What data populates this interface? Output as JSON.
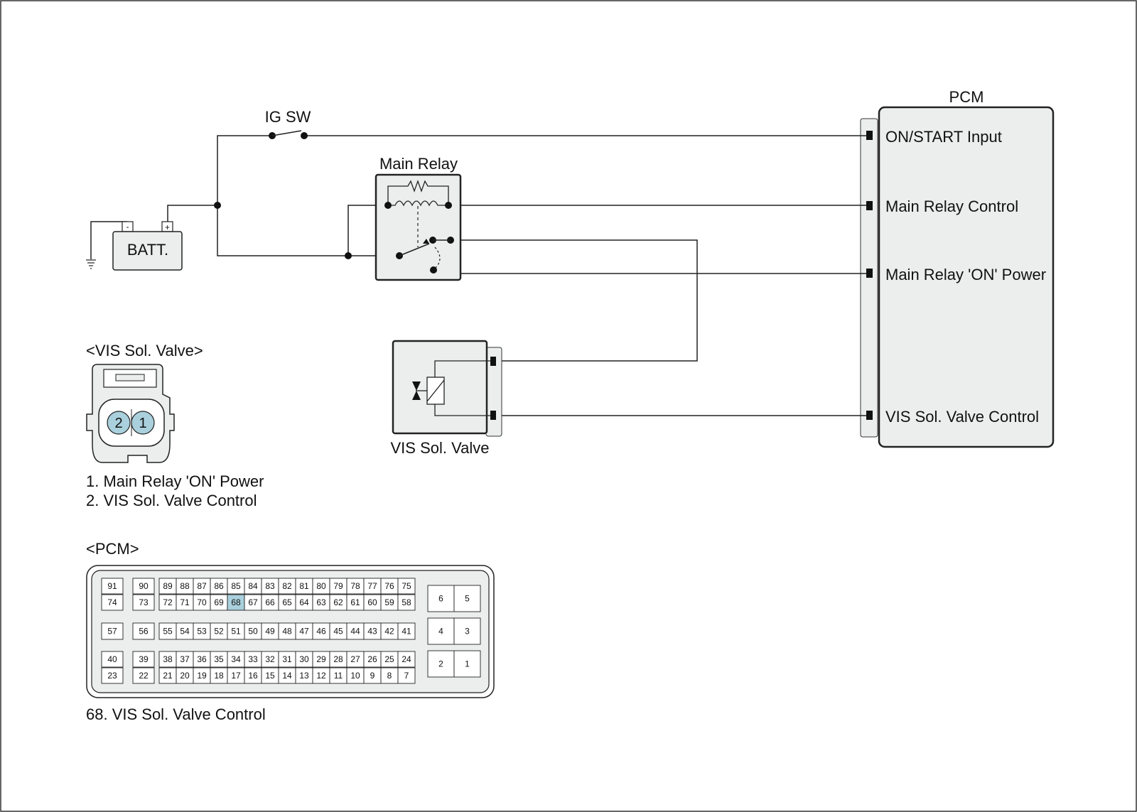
{
  "batt": {
    "label": "BATT.",
    "neg": "-",
    "pos": "+"
  },
  "ig_sw": {
    "label": "IG SW"
  },
  "main_relay": {
    "label": "Main Relay"
  },
  "vis_valve": {
    "label": "VIS Sol. Valve"
  },
  "pcm": {
    "label": "PCM",
    "inputs": [
      "ON/START Input",
      "Main Relay Control",
      "Main Relay 'ON' Power",
      "VIS Sol. Valve Control"
    ]
  },
  "vis_connector": {
    "title": "<VIS Sol. Valve>",
    "pins": [
      "2",
      "1"
    ],
    "legend": [
      "1. Main Relay 'ON' Power",
      "2. VIS Sol. Valve Control"
    ]
  },
  "pcm_connector": {
    "title": "<PCM>",
    "highlight": "68",
    "highlight_color": "#a9d0dc",
    "block_a_rows": [
      [
        "91",
        "74"
      ],
      [
        "90",
        "73"
      ]
    ],
    "main_rows": [
      [
        "89",
        "88",
        "87",
        "86",
        "85",
        "84",
        "83",
        "82",
        "81",
        "80",
        "79",
        "78",
        "77",
        "76",
        "75"
      ],
      [
        "72",
        "71",
        "70",
        "69",
        "68",
        "67",
        "66",
        "65",
        "64",
        "63",
        "62",
        "61",
        "60",
        "59",
        "58"
      ],
      [
        "55",
        "54",
        "53",
        "52",
        "51",
        "50",
        "49",
        "48",
        "47",
        "46",
        "45",
        "44",
        "43",
        "42",
        "41"
      ],
      [
        "38",
        "37",
        "36",
        "35",
        "34",
        "33",
        "32",
        "31",
        "30",
        "29",
        "28",
        "27",
        "26",
        "25",
        "24"
      ],
      [
        "21",
        "20",
        "19",
        "18",
        "17",
        "16",
        "15",
        "14",
        "13",
        "12",
        "11",
        "10",
        "9",
        "8",
        "7"
      ]
    ],
    "left_singles": [
      "57",
      "56"
    ],
    "left_bottom": [
      [
        "40",
        "23"
      ],
      [
        "39",
        "22"
      ]
    ],
    "right_pairs": [
      [
        "6",
        "5"
      ],
      [
        "4",
        "3"
      ],
      [
        "2",
        "1"
      ]
    ],
    "legend": "68. VIS Sol. Valve Control"
  },
  "colors": {
    "line": "#222222",
    "box_fill": "#eceeee",
    "pin_fill": "#a9d0dc"
  }
}
